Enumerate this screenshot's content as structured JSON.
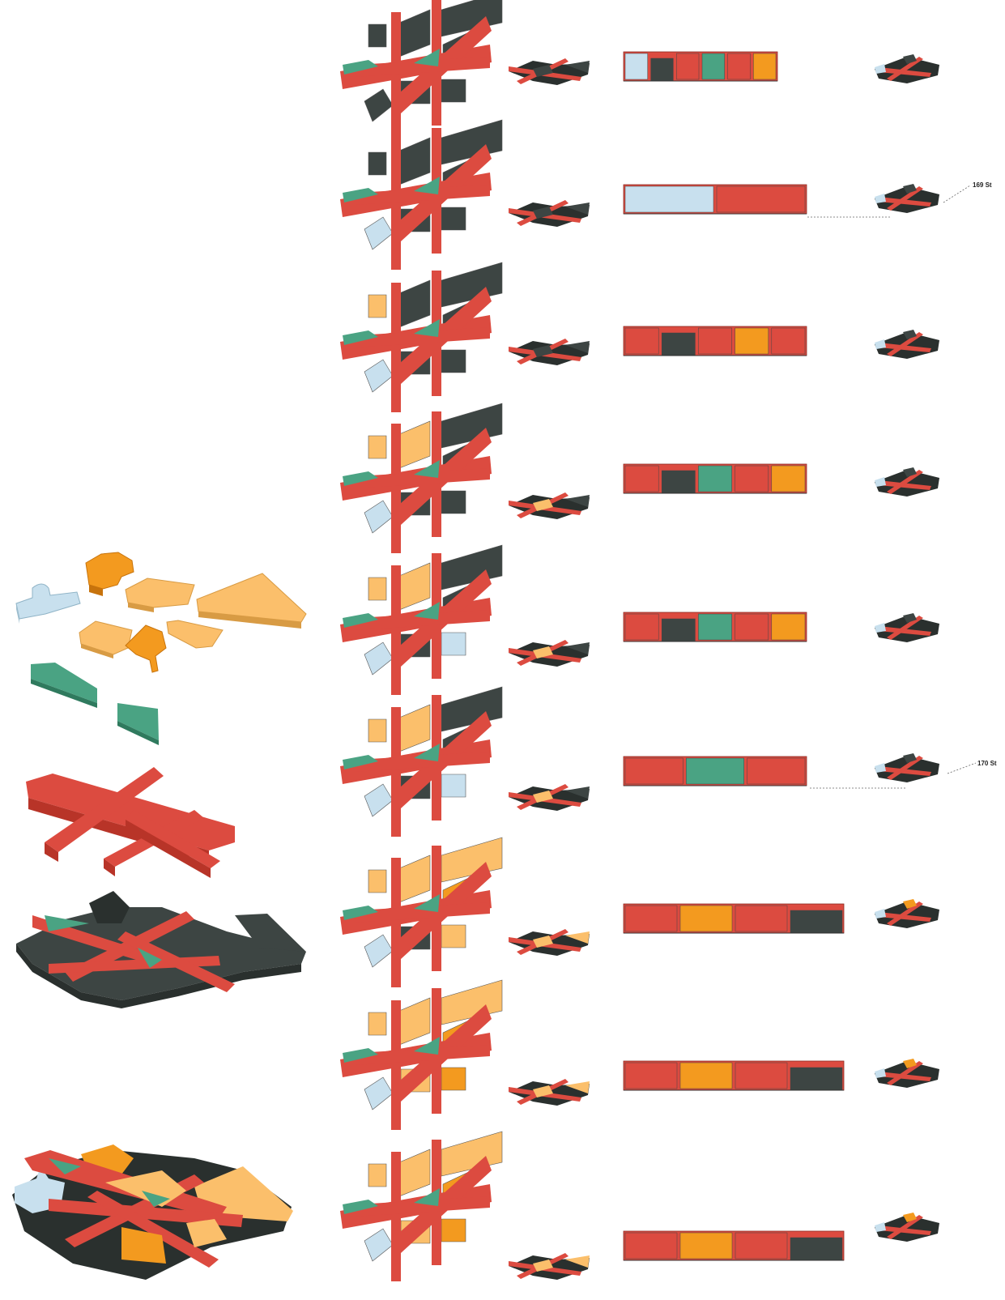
{
  "labels": {
    "street_169": "169 St",
    "street_170": "170 St"
  },
  "colors": {
    "street_red": "#dc4b40",
    "street_red_dark": "#b83428",
    "building_dark": "#3d4543",
    "building_dark_side": "#2a302e",
    "park_green": "#4aa383",
    "park_green_side": "#2f7a5e",
    "light_orange": "#fbbf6b",
    "orange": "#f39a1f",
    "light_blue": "#c8e0ee",
    "background": "#ffffff"
  },
  "rows": [
    {
      "id": 1,
      "buildings": [
        "dark",
        "dark",
        "dark",
        "dark",
        "dark",
        "dark",
        "dark"
      ],
      "facade": [
        "lightblue",
        "dark",
        "red",
        "green",
        "red",
        "orange"
      ]
    },
    {
      "id": 2,
      "buildings": [
        "dark",
        "dark",
        "dark",
        "dark",
        "dark",
        "dark",
        "lightblue"
      ],
      "facade": [
        "lightblue",
        "red"
      ]
    },
    {
      "id": 3,
      "buildings": [
        "dark",
        "dark",
        "lightorange",
        "dark",
        "dark",
        "dark",
        "lightblue"
      ],
      "facade": [
        "red",
        "dark",
        "red",
        "orange",
        "red"
      ]
    },
    {
      "id": 4,
      "buildings": [
        "dark",
        "lightorange",
        "lightorange",
        "dark",
        "dark",
        "dark",
        "lightblue"
      ],
      "facade": [
        "red",
        "dark",
        "green",
        "red",
        "orange"
      ]
    },
    {
      "id": 5,
      "buildings": [
        "dark",
        "lightorange",
        "lightorange",
        "dark",
        "dark",
        "lightblue",
        "lightblue"
      ],
      "facade": [
        "red",
        "dark",
        "green",
        "red",
        "orange"
      ]
    },
    {
      "id": 6,
      "buildings": [
        "dark",
        "lightorange",
        "lightorange",
        "dark",
        "dark",
        "lightblue",
        "lightblue"
      ],
      "facade": [
        "red",
        "green",
        "red"
      ]
    },
    {
      "id": 7,
      "buildings": [
        "lightorange",
        "lightorange",
        "lightorange",
        "orange",
        "dark",
        "lightorange",
        "lightblue"
      ],
      "facade": [
        "red",
        "orange",
        "red",
        "dark"
      ]
    },
    {
      "id": 8,
      "buildings": [
        "lightorange",
        "lightorange",
        "lightorange",
        "orange",
        "lightorange",
        "orange",
        "lightblue"
      ],
      "facade": [
        "red",
        "orange",
        "red",
        "dark"
      ]
    },
    {
      "id": 9,
      "buildings": [
        "lightorange",
        "lightorange",
        "lightorange",
        "orange",
        "lightorange",
        "orange",
        "lightblue"
      ],
      "facade": [
        "red",
        "orange",
        "red",
        "dark"
      ]
    }
  ]
}
